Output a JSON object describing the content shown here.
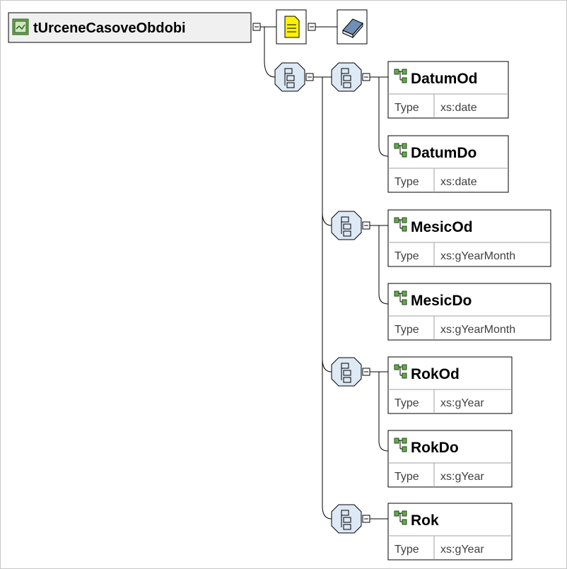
{
  "root": {
    "name": "tUrceneCasoveObdobi"
  },
  "icons": {
    "root": "complex-type-icon",
    "annotation": "annotation-note-icon",
    "documentation": "documentation-book-icon",
    "choice": "choice-compositor-icon",
    "sequence": "sequence-compositor-icon",
    "element": "element-icon",
    "expand": "expand-box-icon"
  },
  "type_label": "Type",
  "groups": [
    {
      "elements": [
        {
          "name": "DatumOd",
          "type": "xs:date"
        },
        {
          "name": "DatumDo",
          "type": "xs:date"
        }
      ]
    },
    {
      "elements": [
        {
          "name": "MesicOd",
          "type": "xs:gYearMonth"
        },
        {
          "name": "MesicDo",
          "type": "xs:gYearMonth"
        }
      ]
    },
    {
      "elements": [
        {
          "name": "RokOd",
          "type": "xs:gYear"
        },
        {
          "name": "RokDo",
          "type": "xs:gYear"
        }
      ]
    },
    {
      "elements": [
        {
          "name": "Rok",
          "type": "xs:gYear"
        }
      ]
    }
  ],
  "colors": {
    "line": "#000000",
    "box_border": "#000000",
    "root_bg": "#f0f0f0",
    "type_text": "#404040",
    "compositor_fill": "#dde9f5",
    "compositor_stroke": "#000000",
    "annotation_fill": "#fff200",
    "element_icon": "#6aa84f"
  }
}
